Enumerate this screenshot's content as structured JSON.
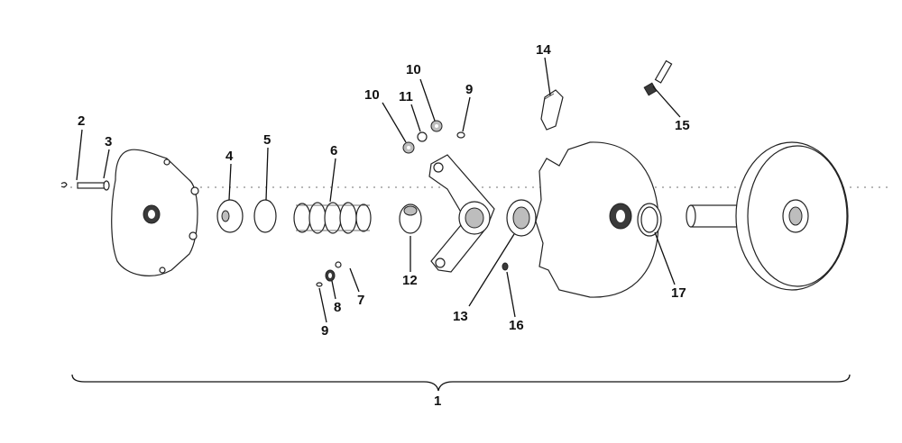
{
  "diagram": {
    "callouts": [
      {
        "id": "c2",
        "text": "2"
      },
      {
        "id": "c3",
        "text": "3"
      },
      {
        "id": "c4",
        "text": "4"
      },
      {
        "id": "c5",
        "text": "5"
      },
      {
        "id": "c6",
        "text": "6"
      },
      {
        "id": "c7",
        "text": "7"
      },
      {
        "id": "c8",
        "text": "8"
      },
      {
        "id": "c9a",
        "text": "9"
      },
      {
        "id": "c9b",
        "text": "9"
      },
      {
        "id": "c10a",
        "text": "10"
      },
      {
        "id": "c10b",
        "text": "10"
      },
      {
        "id": "c11",
        "text": "11"
      },
      {
        "id": "c12",
        "text": "12"
      },
      {
        "id": "c13",
        "text": "13"
      },
      {
        "id": "c14",
        "text": "14"
      },
      {
        "id": "c15",
        "text": "15"
      },
      {
        "id": "c16",
        "text": "16"
      },
      {
        "id": "c17",
        "text": "17"
      },
      {
        "id": "c1",
        "text": "1"
      }
    ]
  }
}
